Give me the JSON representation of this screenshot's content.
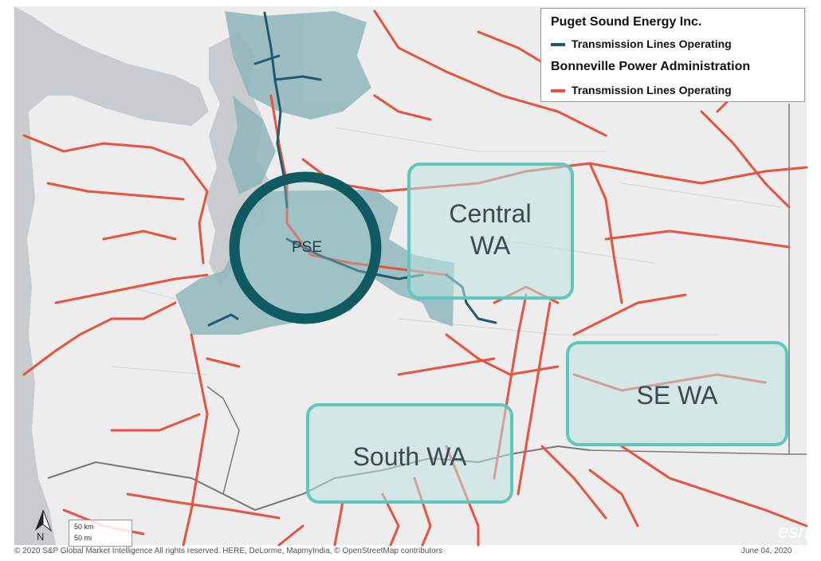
{
  "legend": {
    "org1": "Puget Sound Energy Inc.",
    "org1_line": "Transmission Lines Operating",
    "org1_color": "#1f5a70",
    "org2": "Bonneville Power Administration",
    "org2_line": "Transmission Lines Operating",
    "org2_color": "#e8533f"
  },
  "regions": {
    "pse": "PSE",
    "central_line1": "Central",
    "central_line2": "WA",
    "south": "South WA",
    "se": "SE WA"
  },
  "scale": {
    "km": "50 km",
    "mi": "50 mi"
  },
  "north_label": "N",
  "logo": "esri",
  "footer": {
    "credits": "© 2020 S&P Global Market Intelligence All rights reserved. HERE, DeLorme, MapmyIndia, © OpenStreetMap contributors",
    "date": "June 04, 2020"
  },
  "colors": {
    "land": "#ededed",
    "water": "#c9ccce",
    "service_area": "#8fb6bb",
    "region_box": "#5fc7bb",
    "pse_ring": "#0e5a60"
  }
}
